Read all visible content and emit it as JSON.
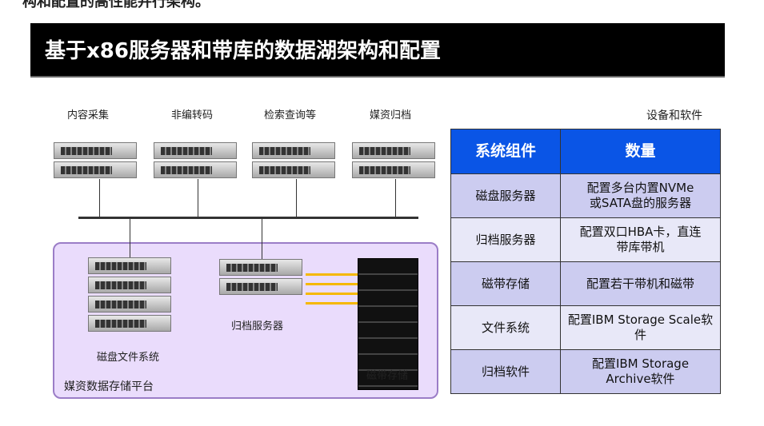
{
  "top_text": "构和配置的高性能并行架构。",
  "title": "基于x86服务器和带库的数据湖架构和配置",
  "servers_top": [
    "内容采集",
    "非编转码",
    "检索查询等",
    "媒资归档"
  ],
  "disk_fs": "磁盘文件系统",
  "archive_server": "归档服务器",
  "tape_storage": "磁带存储",
  "platform": "媒资数据存储平台",
  "table_caption": "设备和软件",
  "table": {
    "headers": [
      "系统组件",
      "数量"
    ],
    "rows": [
      [
        "磁盘服务器",
        "配置多台内置NVMe或SATA盘的服务器"
      ],
      [
        "归档服务器",
        "配置双口HBA卡，直连带库带机"
      ],
      [
        "磁带存储",
        "配置若干带机和磁带"
      ],
      [
        "文件系统",
        "配置IBM Storage Scale软件"
      ],
      [
        "归档软件",
        "配置IBM Storage Archive软件"
      ]
    ]
  }
}
